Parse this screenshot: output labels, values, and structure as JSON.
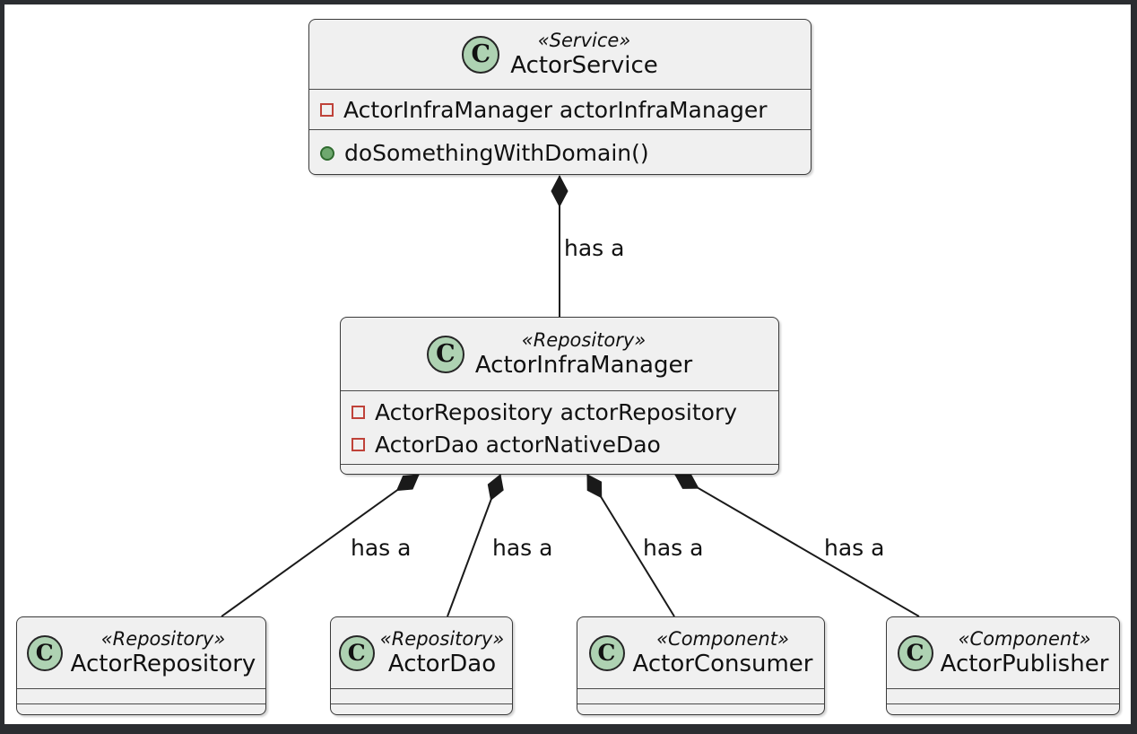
{
  "diagram_type": "uml-class-diagram",
  "colors": {
    "frame": "#2b2d31",
    "canvas": "#ffffff",
    "box_fill": "#f0f0f0",
    "box_border": "#3a3a3a",
    "edge": "#1a1a1a",
    "text": "#111111",
    "circle_fill": "#aed2b2",
    "private_icon": "#bf4239",
    "public_fill": "#6fa86f"
  },
  "classes": [
    {
      "icon_letter": "C",
      "stereotype": "«Service»",
      "name": "ActorService",
      "fields": [
        "ActorInfraManager actorInfraManager"
      ],
      "methods": [
        "doSomethingWithDomain()"
      ]
    },
    {
      "icon_letter": "C",
      "stereotype": "«Repository»",
      "name": "ActorInfraManager",
      "fields": [
        "ActorRepository actorRepository",
        "ActorDao actorNativeDao"
      ],
      "methods": []
    },
    {
      "icon_letter": "C",
      "stereotype": "«Repository»",
      "name": "ActorRepository",
      "fields": [],
      "methods": []
    },
    {
      "icon_letter": "C",
      "stereotype": "«Repository»",
      "name": "ActorDao",
      "fields": [],
      "methods": []
    },
    {
      "icon_letter": "C",
      "stereotype": "«Component»",
      "name": "ActorConsumer",
      "fields": [],
      "methods": []
    },
    {
      "icon_letter": "C",
      "stereotype": "«Component»",
      "name": "ActorPublisher",
      "fields": [],
      "methods": []
    }
  ],
  "edges": [
    {
      "from": "ActorService",
      "to": "ActorInfraManager",
      "type": "composition",
      "label": "has a"
    },
    {
      "from": "ActorInfraManager",
      "to": "ActorRepository",
      "type": "composition",
      "label": "has a"
    },
    {
      "from": "ActorInfraManager",
      "to": "ActorDao",
      "type": "composition",
      "label": "has a"
    },
    {
      "from": "ActorInfraManager",
      "to": "ActorConsumer",
      "type": "composition",
      "label": "has a"
    },
    {
      "from": "ActorInfraManager",
      "to": "ActorPublisher",
      "type": "composition",
      "label": "has a"
    }
  ]
}
